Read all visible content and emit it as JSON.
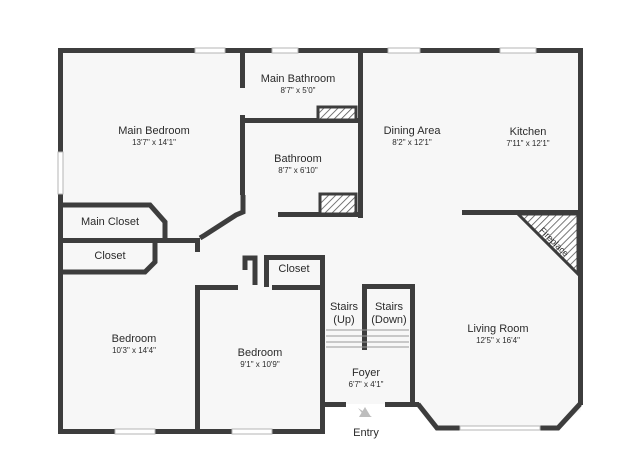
{
  "rooms": {
    "main_bedroom": {
      "name": "Main Bedroom",
      "dims": "13'7\" x 14'1\""
    },
    "main_bathroom": {
      "name": "Main Bathroom",
      "dims": "8'7\" x 5'0\""
    },
    "bathroom": {
      "name": "Bathroom",
      "dims": "8'7\" x 6'10\""
    },
    "dining_area": {
      "name": "Dining Area",
      "dims": "8'2\" x 12'1\""
    },
    "kitchen": {
      "name": "Kitchen",
      "dims": "7'11\" x 12'1\""
    },
    "main_closet": {
      "name": "Main Closet"
    },
    "closet_left": {
      "name": "Closet"
    },
    "closet_mid": {
      "name": "Closet"
    },
    "stairs_up": {
      "line1": "Stairs",
      "line2": "(Up)"
    },
    "stairs_down": {
      "line1": "Stairs",
      "line2": "(Down)"
    },
    "bedroom_left": {
      "name": "Bedroom",
      "dims": "10'3\" x 14'4\""
    },
    "bedroom_mid": {
      "name": "Bedroom",
      "dims": "9'1\" x 10'9\""
    },
    "living_room": {
      "name": "Living Room",
      "dims": "12'5\" x 16'4\""
    },
    "foyer": {
      "name": "Foyer",
      "dims": "6'7\" x 4'1\""
    },
    "fireplace": {
      "name": "Fireplace"
    }
  },
  "entry": {
    "label": "Entry"
  },
  "colors": {
    "wall": "#3d3d3d",
    "floor": "#f7f7f7",
    "entry_arrow": "#bdbdbd"
  }
}
